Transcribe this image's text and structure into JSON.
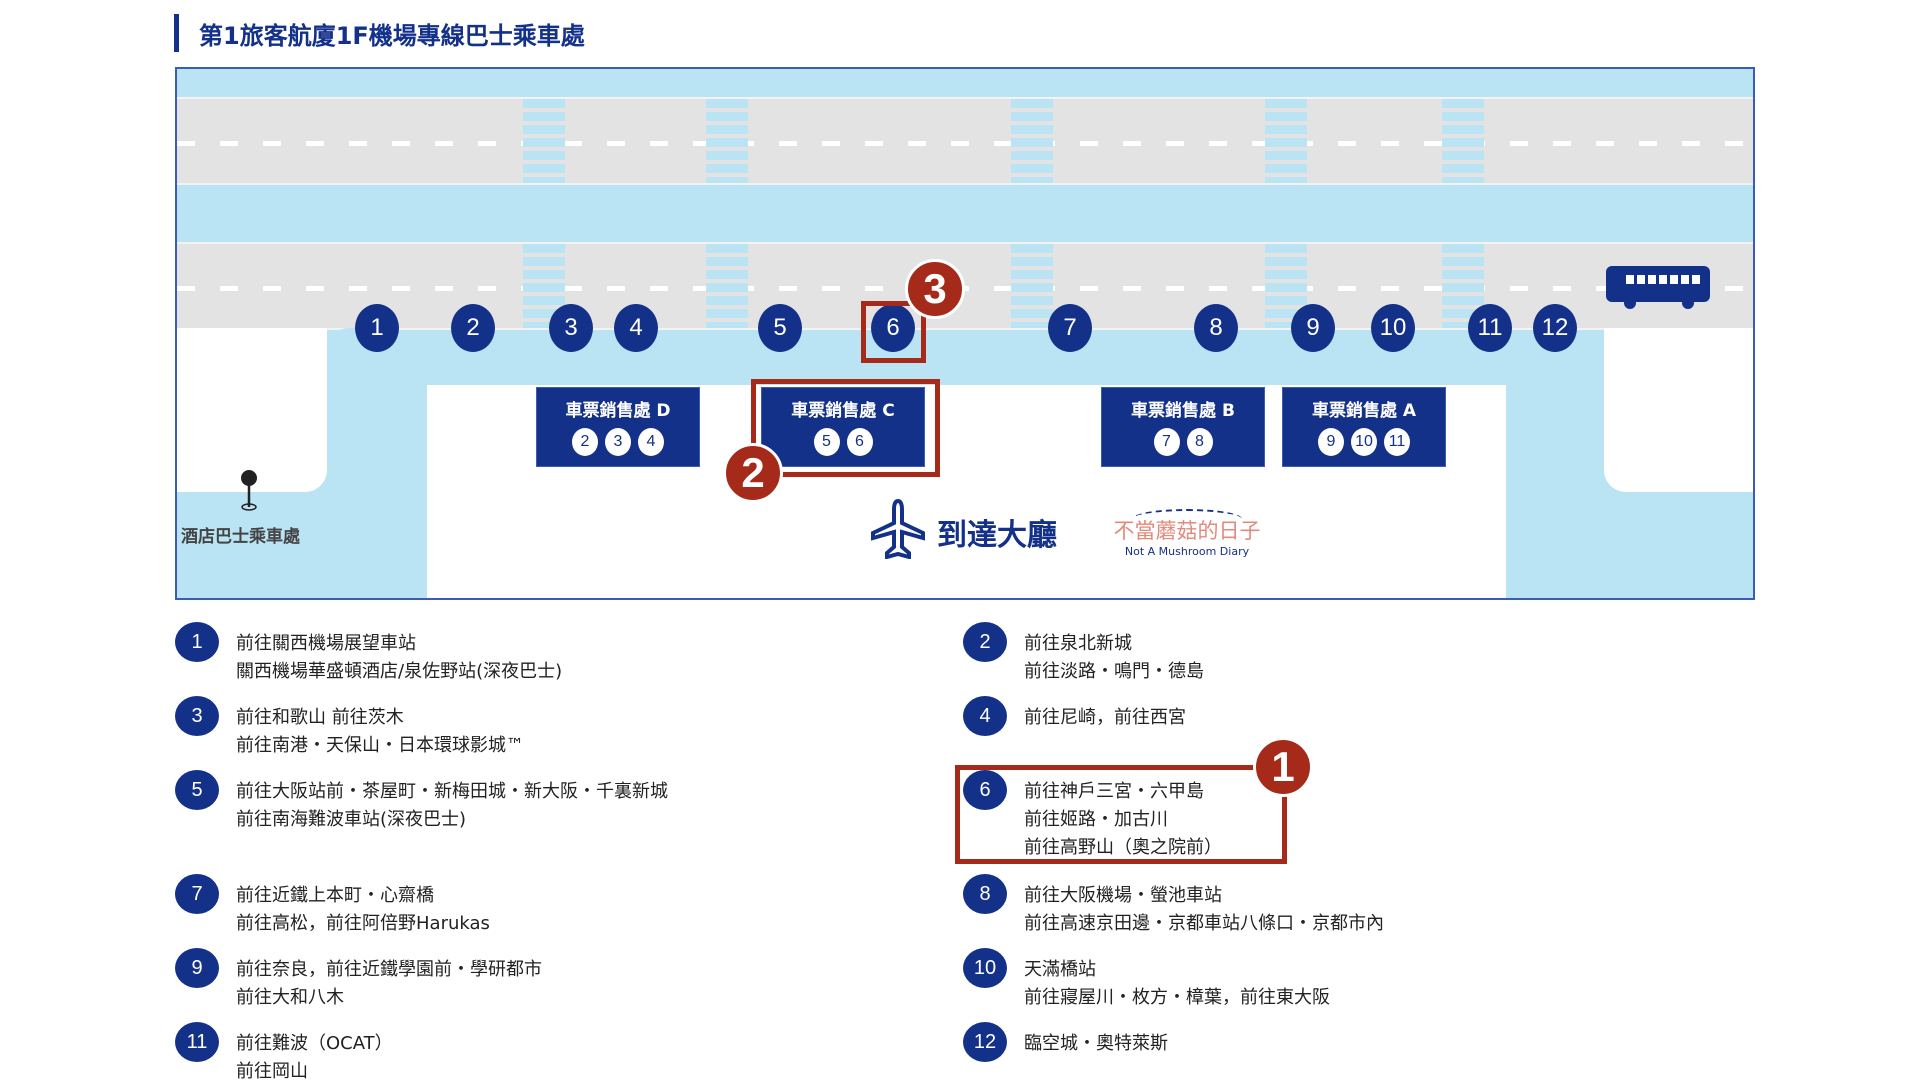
{
  "title": "第1旅客航廈1F機場專線巴士乘車處",
  "map": {
    "stops": [
      "1",
      "2",
      "3",
      "4",
      "5",
      "6",
      "7",
      "8",
      "9",
      "10",
      "11",
      "12"
    ],
    "booths": [
      {
        "label": "車票銷售處 D",
        "stops": [
          "2",
          "3",
          "4"
        ]
      },
      {
        "label": "車票銷售處 C",
        "stops": [
          "5",
          "6"
        ]
      },
      {
        "label": "車票銷售處 B",
        "stops": [
          "7",
          "8"
        ]
      },
      {
        "label": "車票銷售處 A",
        "stops": [
          "9",
          "10",
          "11"
        ]
      }
    ],
    "hotel_label": "酒店巴士乘車處",
    "arrival_label": "到達大廳",
    "logo": {
      "main": "不當蘑菇的日子",
      "sub": "Not A Mushroom Diary"
    },
    "annotations": [
      "1",
      "2",
      "3"
    ]
  },
  "legend": [
    {
      "num": "1",
      "lines": [
        "前往關西機場展望車站",
        "關西機場華盛頓酒店/泉佐野站(深夜巴士)"
      ]
    },
    {
      "num": "2",
      "lines": [
        "前往泉北新城",
        "前往淡路・鳴門・德島"
      ]
    },
    {
      "num": "3",
      "lines": [
        "前往和歌山 前往茨木",
        "前往南港・天保山・日本環球影城™"
      ]
    },
    {
      "num": "4",
      "lines": [
        "前往尼崎，前往西宮"
      ]
    },
    {
      "num": "5",
      "lines": [
        "前往大阪站前・茶屋町・新梅田城・新大阪・千裏新城",
        "前往南海難波車站(深夜巴士)"
      ]
    },
    {
      "num": "6",
      "lines": [
        "前往神戶三宮・六甲島",
        "前往姬路・加古川",
        "前往高野山（奧之院前）"
      ]
    },
    {
      "num": "7",
      "lines": [
        "前往近鐵上本町・心齋橋",
        "前往高松，前往阿倍野Harukas"
      ]
    },
    {
      "num": "8",
      "lines": [
        "前往大阪機場・螢池車站",
        "前往高速京田邊・京都車站八條口・京都市內"
      ]
    },
    {
      "num": "9",
      "lines": [
        "前往奈良，前往近鐵學園前・學研都市",
        "前往大和八木"
      ]
    },
    {
      "num": "10",
      "lines": [
        "天滿橋站",
        "前往寢屋川・枚方・樟葉，前往東大阪"
      ]
    },
    {
      "num": "11",
      "lines": [
        "前往難波（OCAT）",
        "前往岡山"
      ]
    },
    {
      "num": "12",
      "lines": [
        "臨空城・奧特萊斯"
      ]
    }
  ],
  "colors": {
    "navy": "#14318a",
    "light_blue": "#bae3f4",
    "road": "#e3e3e3",
    "highlight": "#a52a1a"
  }
}
